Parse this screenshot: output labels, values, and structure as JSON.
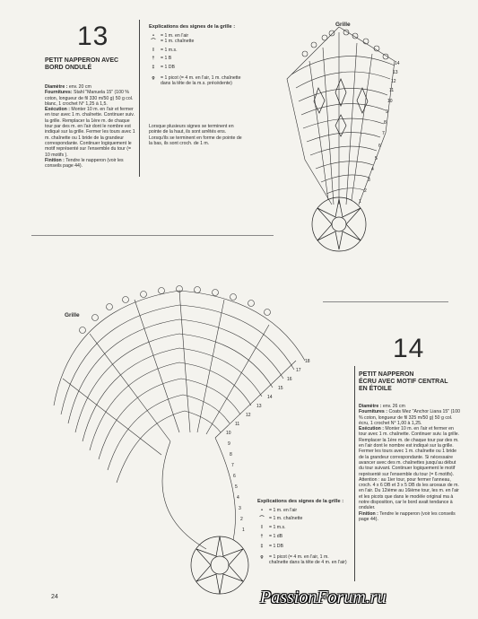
{
  "pattern13": {
    "number": "13",
    "title_line1": "PETIT NAPPERON AVEC",
    "title_line2": "BORD ONDULÉ",
    "text": [
      {
        "label": "Diamètre :",
        "value": " env. 20 cm"
      },
      {
        "label": "Fournitures:",
        "value": " Stahl \"Manuela 15\" (100 % coton, longueur de fil 330 m/50 g) 50 g col. blanc, 1 crochet N° 1,25 à 1,5."
      },
      {
        "label": "Exécution :",
        "value": " Monter 10 m. en l'air et fermer en tour avec 1 m. chaînette. Continuer suiv. la grille. Remplacer la 1ère m. de chaque tour par des m. en l'air dont le nombre est indiqué sur la grille. Fermer les tours avec 1 m. chaînette ou 1 bride de la grandeur correspondante. Continuer logiquement le motif représenté sur l'ensemble du tour (= 10 motifs )."
      },
      {
        "label": "Finition :",
        "value": " Tendre le napperon (voir les conseils page 44)."
      }
    ],
    "legend_title": "Explications des signes de la grille :",
    "legend": [
      {
        "sym": "•",
        "text": "= 1 m. en l'air"
      },
      {
        "sym": "⌒",
        "text": "= 1 m. chaînette"
      },
      {
        "sym": "I",
        "text": "= 1 m.s."
      },
      {
        "sym": "†",
        "text": "= 1 B"
      },
      {
        "sym": "‡",
        "text": "= 1 DB"
      },
      {
        "sym": "ϙ",
        "text": "= 1 picot (= 4 m. en l'air, 1 m. chaînette dans la tête de la m.s. précédente)"
      }
    ],
    "note": "Lorsque plusieurs signes se terminent en pointe de la haut, ils sont arrêtés ens. Lorsqu'ils se terminent en forme de pointe de la bas, ils sont croch. de 1 m.",
    "grille_label": "Grille",
    "row_numbers": [
      "14",
      "13",
      "12",
      "11",
      "10",
      "9",
      "8",
      "7",
      "6",
      "5",
      "4",
      "3",
      "2",
      "1"
    ]
  },
  "pattern14": {
    "number": "14",
    "title_line1": "PETIT NAPPERON",
    "title_line2": "ÉCRU AVEC MOTIF CENTRAL",
    "title_line3": "EN ÉTOILE",
    "text": [
      {
        "label": "Diamètre :",
        "value": " env. 26 cm"
      },
      {
        "label": "Fournitures :",
        "value": " Coats Mez \"Anchor Liana 15\" (100 % coton, longueur de fil 325 m/50 g) 50 g col. écru, 1 crochet N° 1,00 à 1,25."
      },
      {
        "label": "Exécution :",
        "value": " Monter 10 m. en l'air et fermer en tour avec 1 m. chaînette. Continuer suiv. la grille. Remplacer la 1ère m. de chaque tour par des m. en l'air dont le nombre est indiqué sur la grille. Fermer les tours avec 1 m. chaînette ou 1 bride de la grandeur correspondante. Si nécessaire avancer avec des m. chaînettes jusqu'au début du tour suivant. Continuer logiquement le motif représenté sur l'ensemble du tour (= 6 motifs). Attention : au 1ier tour, pour fermer l'anneau, croch. 4 x 6 DB et 3 x 5 DB ds les arceaux de m. en l'air. Du 12ième au 16ième tour, les m. en l'air et les picots que dans le modèle original ma à notre disposition, car le bord avait tendance à onduler."
      },
      {
        "label": "Finition :",
        "value": " Tendre le napperon (voir les conseils page 44)."
      }
    ],
    "legend_title": "Explications des signes de la grille :",
    "legend": [
      {
        "sym": "•",
        "text": "= 1 m. en l'air"
      },
      {
        "sym": "⌒",
        "text": "= 1 m. chaînette"
      },
      {
        "sym": "I",
        "text": "= 1 m.s."
      },
      {
        "sym": "†",
        "text": "= 1 dB"
      },
      {
        "sym": "‡",
        "text": "= 1 DB"
      },
      {
        "sym": "ϙ",
        "text": "= 1 picot (= 4 m. en l'air, 1 m. chaînette dans la tête de 4 m. en l'air)"
      }
    ],
    "grille_label": "Grille",
    "row_numbers": [
      "18",
      "17",
      "16",
      "15",
      "14",
      "13",
      "12",
      "11",
      "10",
      "9",
      "8",
      "7",
      "6",
      "5",
      "4",
      "3",
      "2",
      "1"
    ]
  },
  "page_number": "24",
  "watermark": "PassionForum.ru"
}
